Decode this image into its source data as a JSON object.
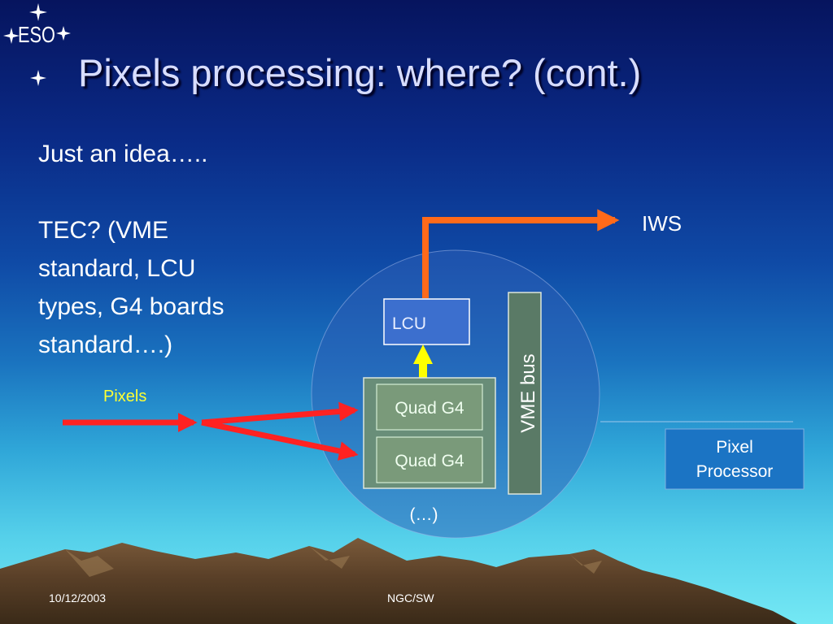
{
  "logo": {
    "text": "ESO"
  },
  "title": "Pixels processing: where? (cont.)",
  "body": {
    "line1": "Just an idea…..",
    "line2": "TEC? (VME",
    "line3": "standard, LCU",
    "line4": "types, G4 boards",
    "line5": "standard….)"
  },
  "diagram": {
    "iws_label": "IWS",
    "lcu_label": "LCU",
    "vme_bus_label": "VME bus",
    "quad_g4_1": "Quad G4",
    "quad_g4_2": "Quad G4",
    "ellipsis": "(…)",
    "pixels_label": "Pixels",
    "pixel_processor_line1": "Pixel",
    "pixel_processor_line2": "Processor"
  },
  "footer": {
    "date": "10/12/2003",
    "center": "NGC/SW"
  },
  "colors": {
    "title": "#d8ddff",
    "arrow_orange": "#ff6a1a",
    "arrow_red": "#ff2222",
    "arrow_yellow": "#ffff00",
    "lcu_box": "#3c6fce",
    "quad_box": "#6f8f72",
    "vme_bus": "#5a7a66",
    "pixel_processor_box": "#1b74c4"
  }
}
